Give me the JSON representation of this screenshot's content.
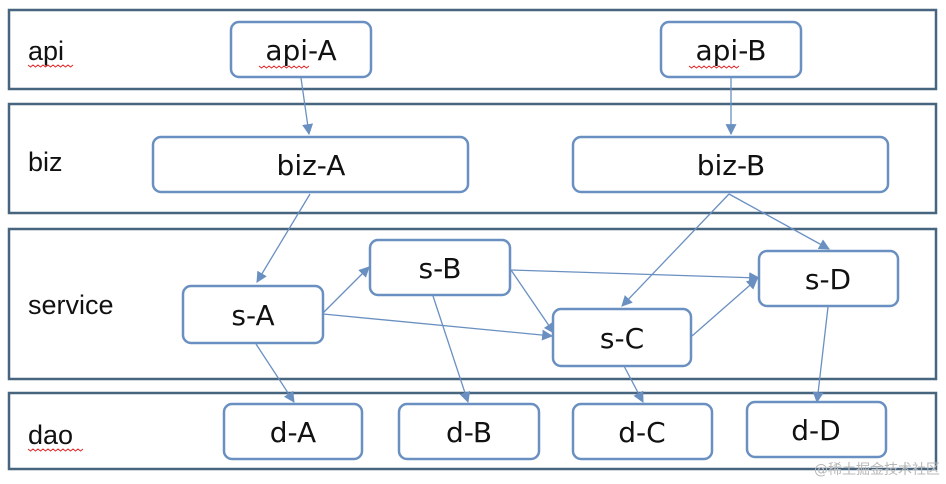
{
  "layers": {
    "api": "api",
    "biz": "biz",
    "service": "service",
    "dao": "dao"
  },
  "nodes": {
    "api_a": "api-A",
    "api_b": "api-B",
    "biz_a": "biz-A",
    "biz_b": "biz-B",
    "s_a": "s-A",
    "s_b": "s-B",
    "s_c": "s-C",
    "s_d": "s-D",
    "d_a": "d-A",
    "d_b": "d-B",
    "d_c": "d-C",
    "d_d": "d-D"
  },
  "edges": [
    {
      "from": "api-A",
      "to": "biz-A"
    },
    {
      "from": "api-B",
      "to": "biz-B"
    },
    {
      "from": "biz-A",
      "to": "s-A"
    },
    {
      "from": "biz-B",
      "to": "s-C"
    },
    {
      "from": "biz-B",
      "to": "s-D"
    },
    {
      "from": "s-A",
      "to": "s-B"
    },
    {
      "from": "s-A",
      "to": "s-C"
    },
    {
      "from": "s-A",
      "to": "d-A"
    },
    {
      "from": "s-B",
      "to": "s-C"
    },
    {
      "from": "s-B",
      "to": "s-D"
    },
    {
      "from": "s-B",
      "to": "d-B"
    },
    {
      "from": "s-C",
      "to": "s-D"
    },
    {
      "from": "s-C",
      "to": "d-C"
    },
    {
      "from": "s-D",
      "to": "d-D"
    }
  ],
  "colors": {
    "layer_border": "#47657f",
    "node_border": "#6a90c1",
    "arrow": "#6a90c1",
    "spellcheck_underline": "#e32626"
  },
  "watermark": "@稀土掘金技术社区"
}
